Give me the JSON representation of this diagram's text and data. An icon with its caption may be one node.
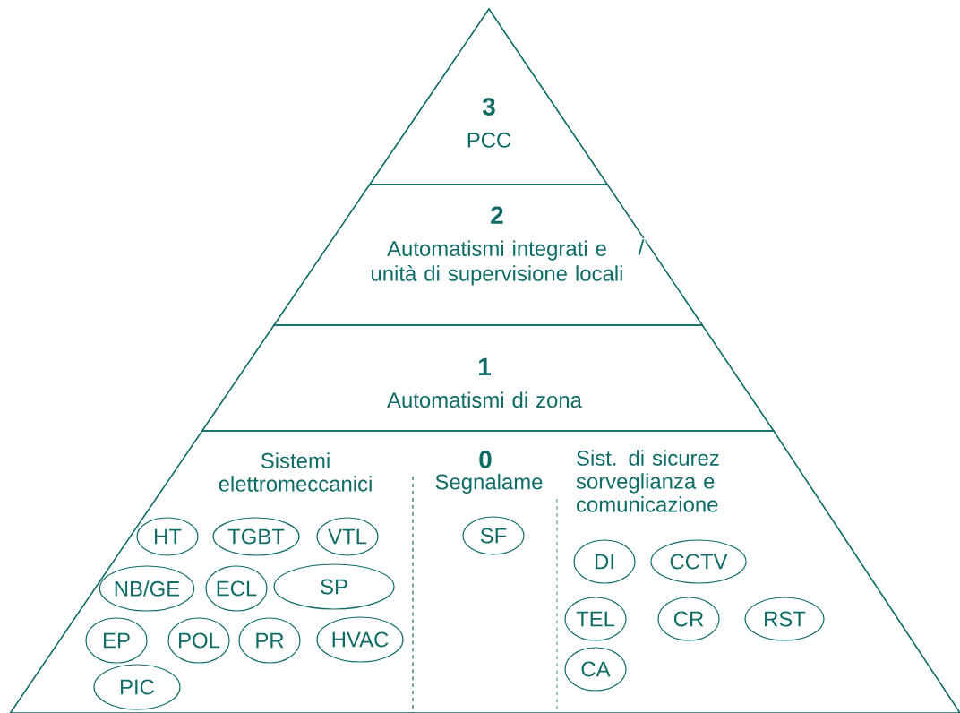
{
  "diagram": {
    "nodes": [
      {
        "text": [
          "3",
          "PCC"
        ]
      },
      {
        "text": [
          "2",
          "Automatismi integrati e unità di supervisione locali"
        ]
      },
      {
        "text": [
          "1",
          "Automatismi di zona"
        ]
      },
      {
        "text": [
          "0"
        ]
      },
      {
        "text": [
          "Sistemi elettromeccanici"
        ],
        "in": 3
      },
      {
        "text": [
          "HT"
        ],
        "in": 3
      },
      {
        "text": [
          "TGBT"
        ],
        "in": 3
      },
      {
        "text": [
          "VTL"
        ],
        "in": 3
      },
      {
        "text": [
          "NB/GE"
        ],
        "in": 3
      },
      {
        "text": [
          "ECL"
        ],
        "in": 3
      },
      {
        "text": [
          "SP"
        ],
        "in": 3
      },
      {
        "text": [
          "EP"
        ],
        "in": 3
      },
      {
        "text": [
          "POL"
        ],
        "in": 3
      },
      {
        "text": [
          "PR"
        ],
        "in": 3
      },
      {
        "text": [
          "HVAC"
        ],
        "in": 3
      },
      {
        "text": [
          "PIC"
        ],
        "in": 3
      },
      {
        "text": [
          "Segnalame"
        ],
        "in": 3
      },
      {
        "text": [
          "SF"
        ],
        "in": 3
      },
      {
        "text": [
          "Sist. di sicurez sorveglianza e comunicazione"
        ],
        "in": 3
      },
      {
        "text": [
          "DI"
        ],
        "in": 3
      },
      {
        "text": [
          "CCTV"
        ],
        "in": 3
      },
      {
        "text": [
          "TEL"
        ],
        "in": 3
      },
      {
        "text": [
          "CR"
        ],
        "in": 3
      },
      {
        "text": [
          "RST"
        ],
        "in": 3
      },
      {
        "text": [
          "CA"
        ],
        "in": 3
      }
    ],
    "labels": [
      "/"
    ]
  }
}
